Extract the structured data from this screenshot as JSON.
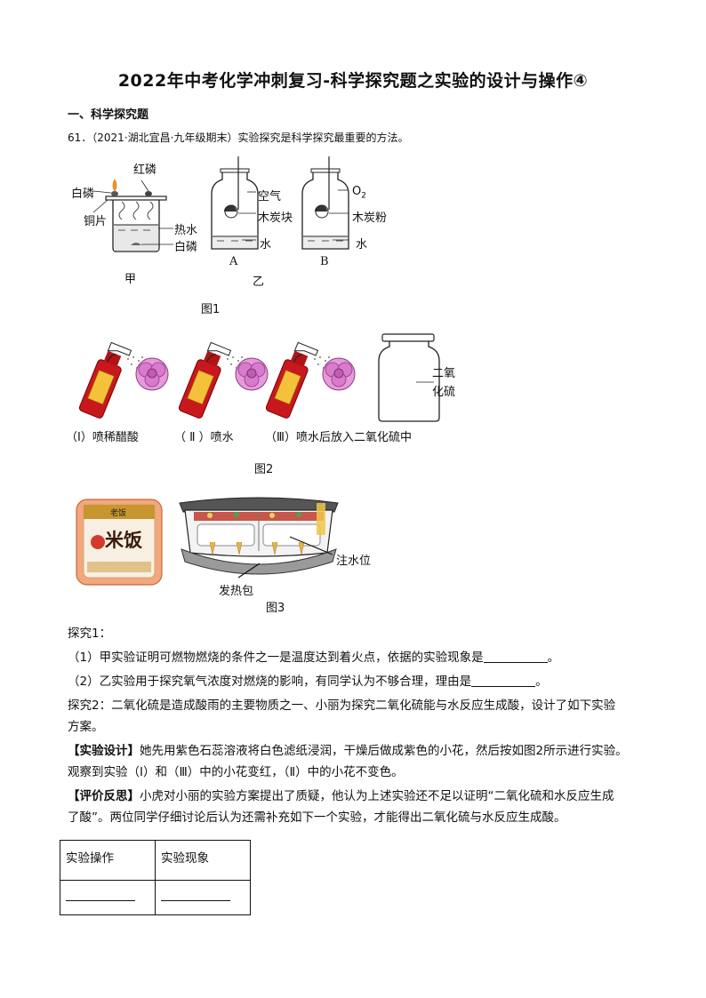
{
  "title": "2022年中考化学冲刺复习-科学探究题之实验的设计与操作④",
  "section_heading": "一、科学探究题",
  "question": {
    "number": "61．",
    "source": "（2021·湖北宜昌·九年级期末）",
    "stem": "实验探究是科学探究最重要的方法。"
  },
  "figure1": {
    "labels": {
      "red_p": "红磷",
      "white_p_top": "白磷",
      "copper": "铜片",
      "hot_water": "热水",
      "white_p_bottom": "白磷",
      "air": "空气",
      "charcoal_block": "木炭块",
      "water_a": "水",
      "o2": "O",
      "o2_sub": "2",
      "charcoal_powder": "木炭粉",
      "water_b": "水",
      "a": "A",
      "b": "B",
      "jia": "甲",
      "yi": "乙"
    },
    "caption": "图1"
  },
  "figure2": {
    "labels": {
      "i": "（I）喷稀醋酸",
      "ii": "（ Ⅱ ）喷水",
      "iii": "（Ⅲ）喷水后放入二氧化硫中",
      "so2_a": "二氧",
      "so2_b": "化硫"
    },
    "caption": "图2"
  },
  "figure3": {
    "labels": {
      "water_mark": "注水位",
      "heat_pack": "发热包",
      "box_brand": "米饭",
      "box_small": "老饭"
    },
    "caption": "图3"
  },
  "paragraphs": {
    "explore1": "探究1：",
    "q1_text": "（1）甲实验证明可燃物燃烧的条件之一是温度达到着火点，依据的实验现象是",
    "q1_end": "。",
    "q2_text": "（2）乙实验用于探究氧气浓度对燃烧的影响，有同学认为不够合理，理由是",
    "q2_end": "。",
    "explore2_a": "探究2：二氧化硫是造成酸雨的主要物质之一、小丽为探究二氧化硫能与水反应生成酸，设计了如下实验",
    "explore2_b": "方案。",
    "design_tag": "【实验设计】",
    "design_a": "她先用紫色石蕊溶液将白色滤纸浸润，干燥后做成紫色的小花，然后按如图2所示进行实验。",
    "design_b": "观察到实验（Ⅰ）和（Ⅲ）中的小花变红，（Ⅱ）中的小花不变色。",
    "reflect_tag": "【评价反思】",
    "reflect_a": "小虎对小丽的实验方案提出了质疑，他认为上述实验还不足以证明“二氧化硫和水反应生成",
    "reflect_b": "了酸”。两位同学仔细讨论后认为还需补充如下一个实验，才能得出二氧化硫与水反应生成酸。"
  },
  "table": {
    "headers": [
      "实验操作",
      "实验现象"
    ]
  }
}
